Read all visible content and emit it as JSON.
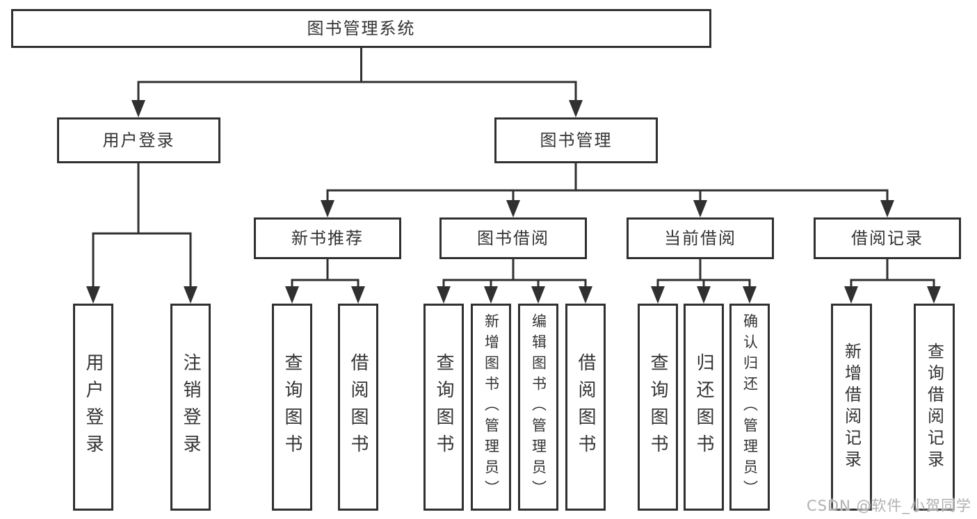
{
  "diagram": {
    "root": {
      "label": "图书管理系统"
    },
    "user": {
      "label": "用户登录",
      "leaves": {
        "login": {
          "label": "用户登录"
        },
        "logout": {
          "label": "注销登录"
        }
      }
    },
    "book": {
      "label": "图书管理",
      "recommend": {
        "label": "新书推荐",
        "leaves": {
          "query": {
            "label": "查询图书"
          },
          "borrow": {
            "label": "借阅图书"
          }
        }
      },
      "borrow": {
        "label": "图书借阅",
        "leaves": {
          "query": {
            "label": "查询图书"
          },
          "add": {
            "label": "新增图书（管理员）"
          },
          "edit": {
            "label": "编辑图书（管理员）"
          },
          "borrow": {
            "label": "借阅图书"
          }
        }
      },
      "current": {
        "label": "当前借阅",
        "leaves": {
          "query": {
            "label": "查询图书"
          },
          "return": {
            "label": "归还图书"
          },
          "confirm": {
            "label": "确认归还（管理员）"
          }
        }
      },
      "record": {
        "label": "借阅记录",
        "leaves": {
          "add": {
            "label": "新增借阅记录"
          },
          "query": {
            "label": "查询借阅记录"
          }
        }
      }
    }
  },
  "watermark": {
    "text": "CSDN @软件_小贺同学"
  },
  "colors": {
    "line": "#303030",
    "text": "#333333",
    "watermark": "#b0b0b0",
    "background": "#ffffff"
  }
}
